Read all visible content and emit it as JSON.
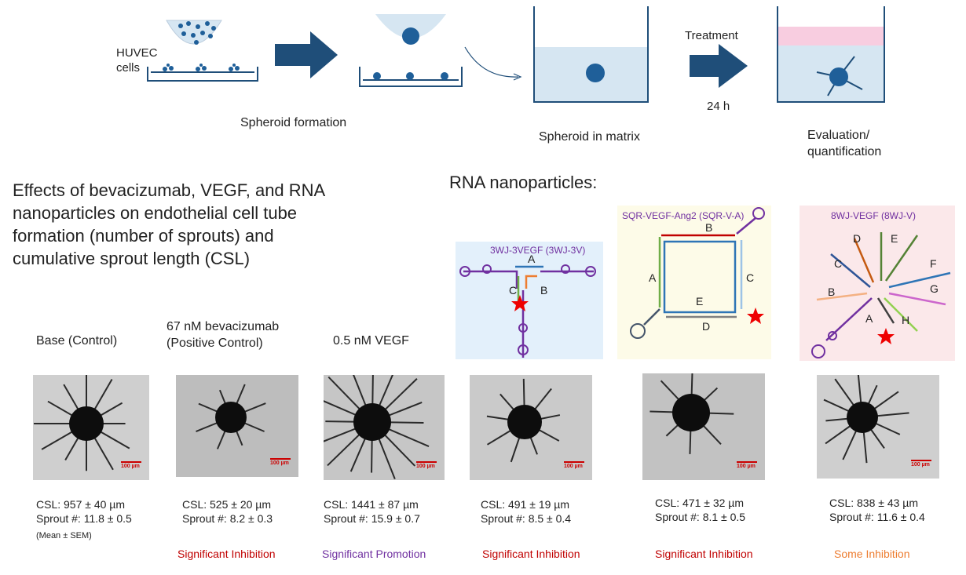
{
  "workflow": {
    "cells_label": "HUVEC\ncells",
    "spheroid_formation": "Spheroid formation",
    "spheroid_in_matrix": "Spheroid in matrix",
    "treatment": "Treatment",
    "duration": "24 h",
    "evaluation": "Evaluation/\nquantification"
  },
  "title": "Effects of bevacizumab, VEGF, and RNA nanoparticles on endothelial cell tube formation (number of sprouts) and cumulative sprout length (CSL)",
  "title_lines": [
    "Effects of bevacizumab, VEGF, and RNA",
    "nanoparticles on endothelial cell tube",
    "formation (number of sprouts) and",
    "cumulative sprout length (CSL)"
  ],
  "rna_heading": "RNA nanoparticles:",
  "nanoparticles": [
    {
      "name": "3WJ-3VEGF (3WJ-3V)",
      "arms": [
        "A",
        "B",
        "C"
      ]
    },
    {
      "name": "SQR-VEGF-Ang2 (SQR-V-A)",
      "arms": [
        "A",
        "B",
        "C",
        "D",
        "E"
      ]
    },
    {
      "name": "8WJ-VEGF (8WJ-V)",
      "arms": [
        "A",
        "B",
        "C",
        "D",
        "E",
        "F",
        "G",
        "H"
      ]
    }
  ],
  "conditions": [
    {
      "label": "Base (Control)",
      "csl": "CSL: 957 ± 40 µm",
      "sprouts": "Sprout #: 11.8 ± 0.5",
      "note": "(Mean ± SEM)",
      "verdict": ""
    },
    {
      "label": "67 nM bevacizumab\n(Positive Control)",
      "csl": "CSL: 525 ± 20 µm",
      "sprouts": "Sprout #: 8.2 ± 0.3",
      "note": "",
      "verdict": "Significant Inhibition"
    },
    {
      "label": "0.5 nM VEGF",
      "csl": "CSL: 1441 ± 87 µm",
      "sprouts": "Sprout #: 15.9 ± 0.7",
      "note": "",
      "verdict": "Significant Promotion"
    },
    {
      "label": "",
      "csl": "CSL: 491 ± 19 µm",
      "sprouts": "Sprout #: 8.5 ± 0.4",
      "note": "",
      "verdict": "Significant Inhibition"
    },
    {
      "label": "",
      "csl": "CSL: 471 ± 32 µm",
      "sprouts": "Sprout #: 8.1 ± 0.5",
      "note": "",
      "verdict": "Significant Inhibition"
    },
    {
      "label": "",
      "csl": "CSL: 838 ± 43 µm",
      "sprouts": "Sprout #: 11.6 ± 0.4",
      "note": "",
      "verdict": "Some Inhibition"
    }
  ],
  "scale_bar": "100 µm",
  "colors": {
    "significant": "#c00000",
    "promotion": "#7030a0",
    "some": "#ed7d31",
    "arrow": "#1f4e79"
  }
}
